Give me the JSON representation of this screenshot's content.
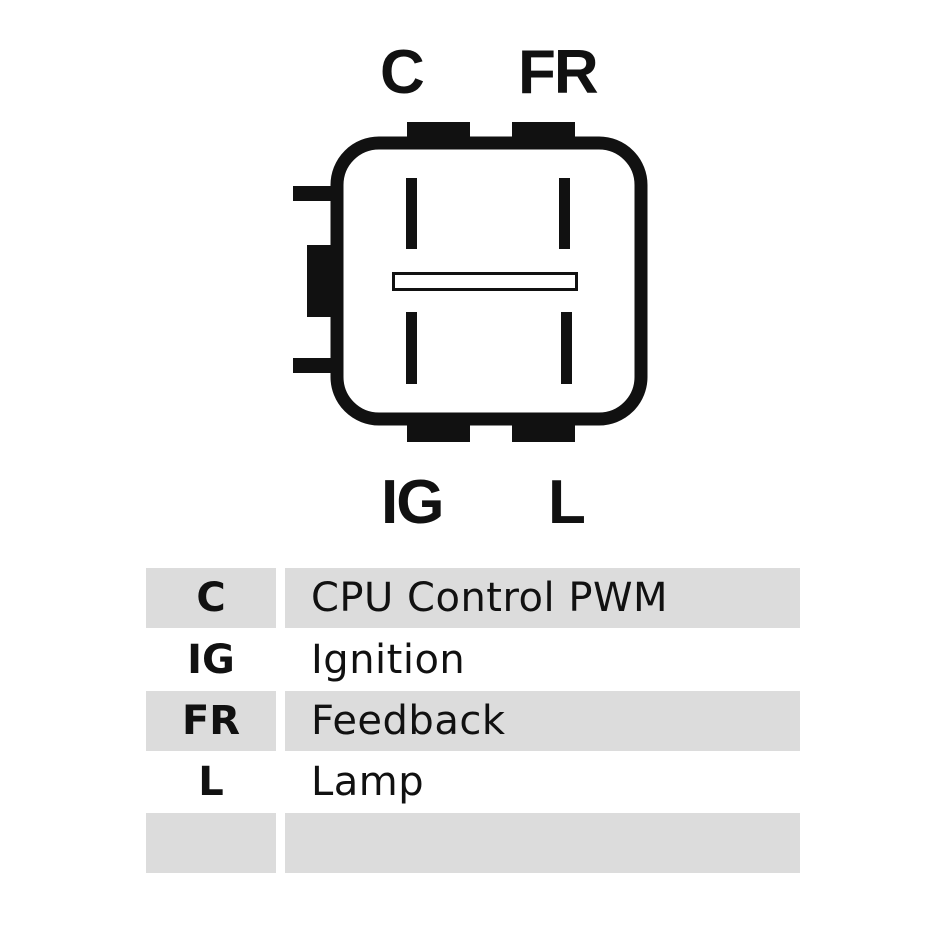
{
  "connector": {
    "pins_top": [
      "C",
      "FR"
    ],
    "pins_bottom": [
      "IG",
      "L"
    ]
  },
  "legend": {
    "rows": [
      {
        "code": "C",
        "description": "CPU Control PWM"
      },
      {
        "code": "IG",
        "description": "Ignition"
      },
      {
        "code": "FR",
        "description": "Feedback"
      },
      {
        "code": "L",
        "description": "Lamp"
      },
      {
        "code": "",
        "description": ""
      }
    ]
  }
}
